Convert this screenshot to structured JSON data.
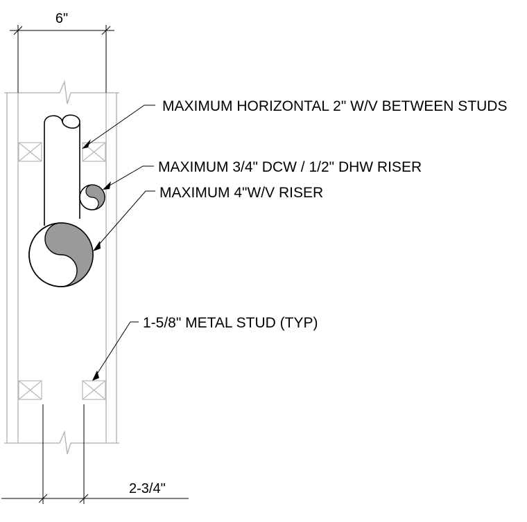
{
  "dimensions": {
    "overall_width": "6\"",
    "stud_depth": "2-3/4\""
  },
  "callouts": {
    "horizontal_pipe": "MAXIMUM HORIZONTAL 2\" W/V BETWEEN STUDS",
    "small_riser": "MAXIMUM 3/4\" DCW / 1/2\" DHW RISER",
    "large_riser": "MAXIMUM 4\"W/V RISER",
    "metal_stud": "1-5/8\" METAL STUD (TYP)"
  },
  "colors": {
    "wall_lines": "#b8b8b8",
    "pipe_shading": "#9a9a9a",
    "linework": "#000000"
  }
}
